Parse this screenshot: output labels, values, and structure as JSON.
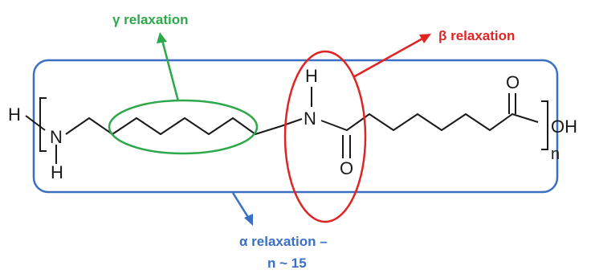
{
  "labels": {
    "gamma": "γ relaxation",
    "beta": "β relaxation",
    "alpha_line1": "α relaxation –",
    "alpha_line2": "n ~ 15"
  },
  "atoms": {
    "h_left": "H",
    "n_left": "N",
    "h_below": "H",
    "h_top": "H",
    "n_amide": "N",
    "o_amide": "O",
    "o_top": "O",
    "oh": "OH",
    "n_sub": "n"
  },
  "colors": {
    "gamma": "#2da84a",
    "beta": "#e02424",
    "alpha": "#3a6fc4",
    "bond": "#1a1a1a"
  }
}
